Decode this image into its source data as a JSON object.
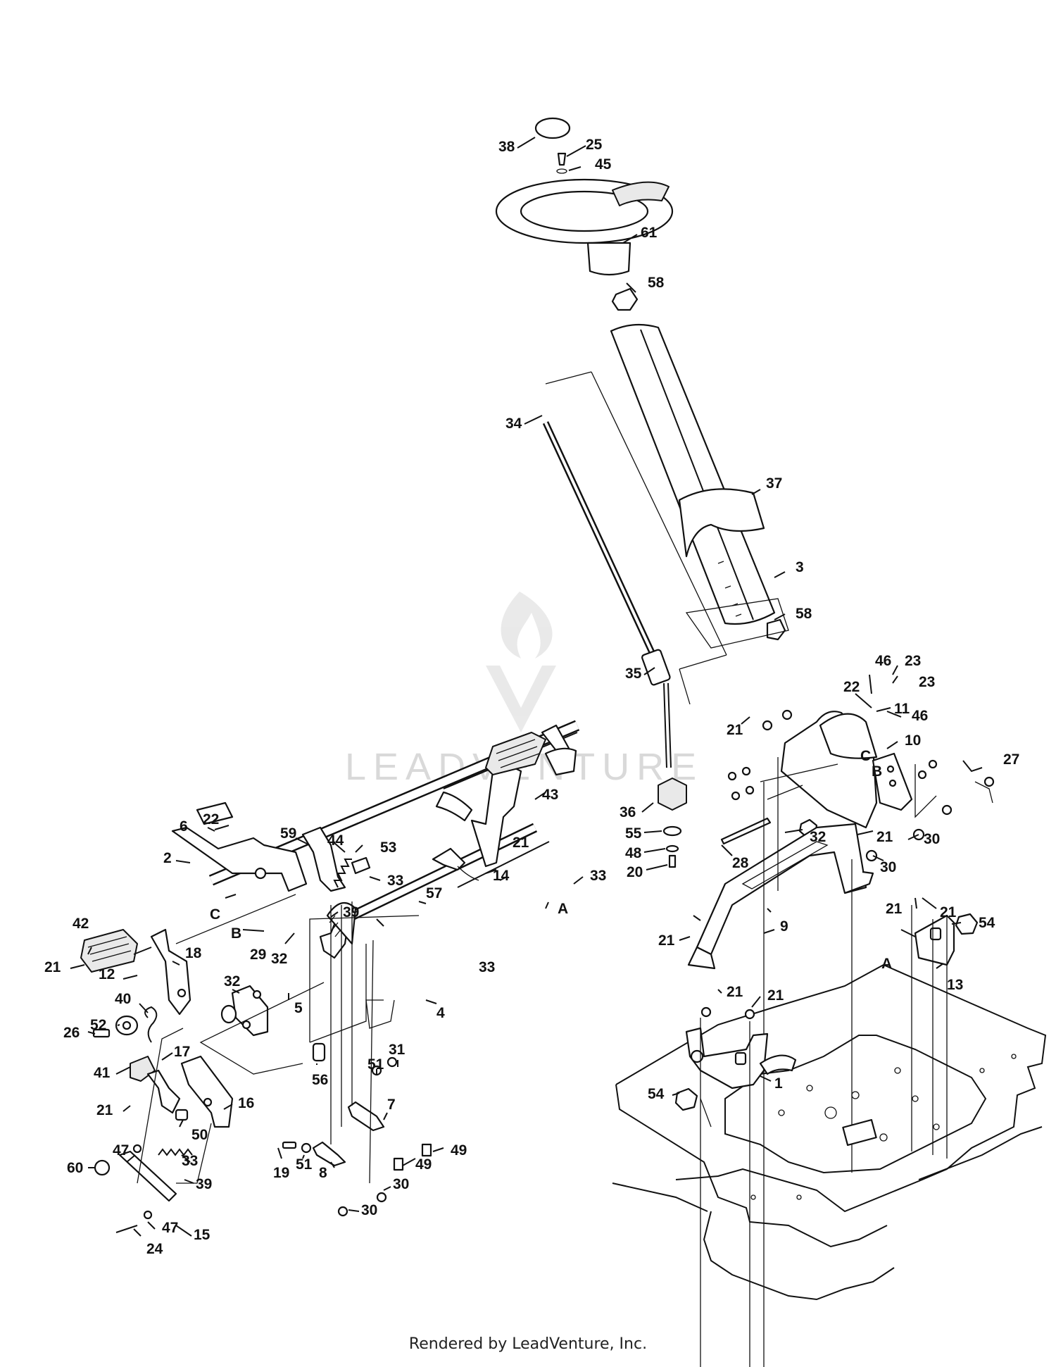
{
  "watermark": {
    "text": "LEADVENTURE"
  },
  "footer": {
    "text": "Rendered by LeadVenture, Inc."
  },
  "callouts": [
    {
      "id": "38",
      "label": "38"
    },
    {
      "id": "25",
      "label": "25"
    },
    {
      "id": "45",
      "label": "45"
    },
    {
      "id": "61",
      "label": "61"
    },
    {
      "id": "58a",
      "label": "58"
    },
    {
      "id": "34",
      "label": "34"
    },
    {
      "id": "37",
      "label": "37"
    },
    {
      "id": "3",
      "label": "3"
    },
    {
      "id": "58b",
      "label": "58"
    },
    {
      "id": "35",
      "label": "35"
    },
    {
      "id": "46a",
      "label": "46"
    },
    {
      "id": "23a",
      "label": "23"
    },
    {
      "id": "22a",
      "label": "22"
    },
    {
      "id": "23b",
      "label": "23"
    },
    {
      "id": "11",
      "label": "11"
    },
    {
      "id": "46b",
      "label": "46"
    },
    {
      "id": "21a",
      "label": "21"
    },
    {
      "id": "10",
      "label": "10"
    },
    {
      "id": "Ca",
      "label": "C"
    },
    {
      "id": "Ba",
      "label": "B"
    },
    {
      "id": "27",
      "label": "27"
    },
    {
      "id": "36",
      "label": "36"
    },
    {
      "id": "32a",
      "label": "32"
    },
    {
      "id": "21b",
      "label": "21"
    },
    {
      "id": "30a",
      "label": "30"
    },
    {
      "id": "55",
      "label": "55"
    },
    {
      "id": "48",
      "label": "48"
    },
    {
      "id": "20",
      "label": "20"
    },
    {
      "id": "28",
      "label": "28"
    },
    {
      "id": "30b",
      "label": "30"
    },
    {
      "id": "43",
      "label": "43"
    },
    {
      "id": "21c",
      "label": "21"
    },
    {
      "id": "14",
      "label": "14"
    },
    {
      "id": "33a",
      "label": "33"
    },
    {
      "id": "6",
      "label": "6"
    },
    {
      "id": "22b",
      "label": "22"
    },
    {
      "id": "59",
      "label": "59"
    },
    {
      "id": "44",
      "label": "44"
    },
    {
      "id": "53",
      "label": "53"
    },
    {
      "id": "2",
      "label": "2"
    },
    {
      "id": "33b",
      "label": "33"
    },
    {
      "id": "57",
      "label": "57"
    },
    {
      "id": "Aa",
      "label": "A"
    },
    {
      "id": "Cb",
      "label": "C"
    },
    {
      "id": "39a",
      "label": "39"
    },
    {
      "id": "Bb",
      "label": "B"
    },
    {
      "id": "29",
      "label": "29"
    },
    {
      "id": "32b",
      "label": "32"
    },
    {
      "id": "33c",
      "label": "33"
    },
    {
      "id": "42",
      "label": "42"
    },
    {
      "id": "18",
      "label": "18"
    },
    {
      "id": "21d",
      "label": "21"
    },
    {
      "id": "12",
      "label": "12"
    },
    {
      "id": "32c",
      "label": "32"
    },
    {
      "id": "40",
      "label": "40"
    },
    {
      "id": "5",
      "label": "5"
    },
    {
      "id": "4",
      "label": "4"
    },
    {
      "id": "52",
      "label": "52"
    },
    {
      "id": "26",
      "label": "26"
    },
    {
      "id": "56",
      "label": "56"
    },
    {
      "id": "31",
      "label": "31"
    },
    {
      "id": "51a",
      "label": "51"
    },
    {
      "id": "17",
      "label": "17"
    },
    {
      "id": "41",
      "label": "41"
    },
    {
      "id": "7",
      "label": "7"
    },
    {
      "id": "16",
      "label": "16"
    },
    {
      "id": "21e",
      "label": "21"
    },
    {
      "id": "50",
      "label": "50"
    },
    {
      "id": "49a",
      "label": "49"
    },
    {
      "id": "47a",
      "label": "47"
    },
    {
      "id": "33d",
      "label": "33"
    },
    {
      "id": "60",
      "label": "60"
    },
    {
      "id": "51b",
      "label": "51"
    },
    {
      "id": "49b",
      "label": "49"
    },
    {
      "id": "19",
      "label": "19"
    },
    {
      "id": "8",
      "label": "8"
    },
    {
      "id": "30c",
      "label": "30"
    },
    {
      "id": "39b",
      "label": "39"
    },
    {
      "id": "30d",
      "label": "30"
    },
    {
      "id": "47b",
      "label": "47"
    },
    {
      "id": "15",
      "label": "15"
    },
    {
      "id": "24",
      "label": "24"
    },
    {
      "id": "21f",
      "label": "21"
    },
    {
      "id": "21g",
      "label": "21"
    },
    {
      "id": "54a",
      "label": "54"
    },
    {
      "id": "9",
      "label": "9"
    },
    {
      "id": "21h",
      "label": "21"
    },
    {
      "id": "Ab",
      "label": "A"
    },
    {
      "id": "13",
      "label": "13"
    },
    {
      "id": "21i",
      "label": "21"
    },
    {
      "id": "21j",
      "label": "21"
    },
    {
      "id": "54b",
      "label": "54"
    },
    {
      "id": "1",
      "label": "1"
    }
  ]
}
